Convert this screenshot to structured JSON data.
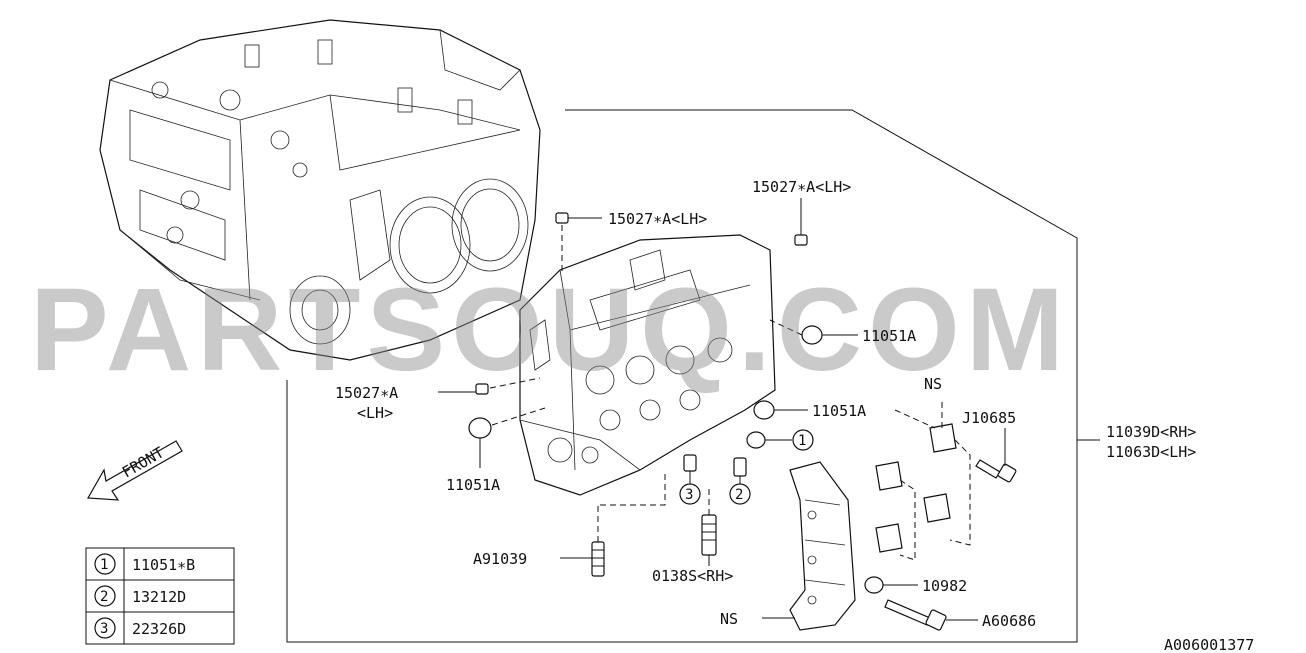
{
  "labels": {
    "p15027_top": "15027∗A<LH>",
    "p15027_mid": "15027∗A<LH>",
    "p15027_left_1": "15027∗A",
    "p15027_left_2": "<LH>",
    "p11051a_right": "11051A",
    "p11051a_mid": "11051A",
    "p11051a_left": "11051A",
    "ns_top": "NS",
    "j10685": "J10685",
    "p11039d": "11039D<RH>",
    "p11063d": "11063D<LH>",
    "a91039": "A91039",
    "p0138s": "0138S<RH>",
    "p10982": "10982",
    "ns_bottom": "NS",
    "a60686": "A60686",
    "front": "FRONT",
    "drawing_id": "A006001377"
  },
  "callouts": {
    "c1": "1",
    "c2": "2",
    "c3": "3"
  },
  "legend": [
    {
      "key": "1",
      "part": "11051∗B"
    },
    {
      "key": "2",
      "part": "13212D"
    },
    {
      "key": "3",
      "part": "22326D"
    }
  ],
  "watermark": "PARTSOUQ.COM"
}
